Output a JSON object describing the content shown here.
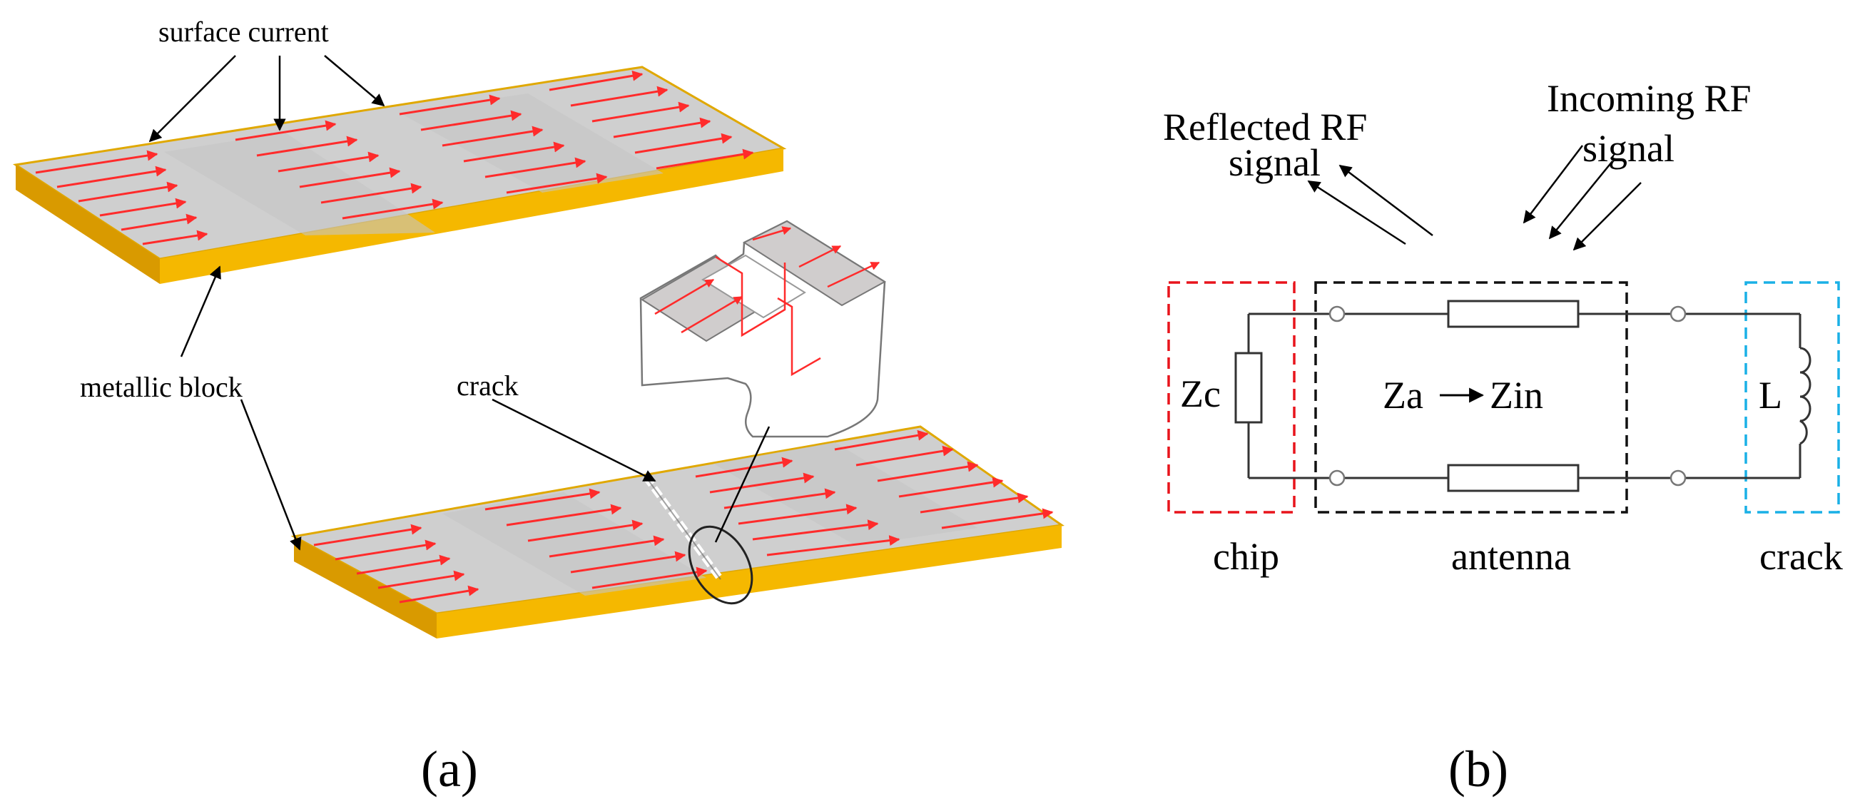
{
  "panel_a": {
    "caption": "(a)",
    "label_surface_current": "surface current",
    "label_metallic_block": "metallic block",
    "label_crack": "crack"
  },
  "panel_b": {
    "caption": "(b)",
    "reflected_line1": "Reflected RF",
    "reflected_line2": "signal",
    "incoming_line1": "Incoming  RF",
    "incoming_line2": "signal",
    "chip_impedance": "Zc",
    "antenna_impedance": "Za",
    "input_impedance": "Zin",
    "crack_inductance": "L",
    "label_chip": "chip",
    "label_antenna": "antenna",
    "label_crack": "crack"
  },
  "colors": {
    "block_side": "#f5b800",
    "block_top": "#cfcfcf",
    "current_arrow": "#ff2b2b",
    "chip_box": "#e8141c",
    "antenna_box": "#111111",
    "crack_box": "#1ab0e6"
  }
}
